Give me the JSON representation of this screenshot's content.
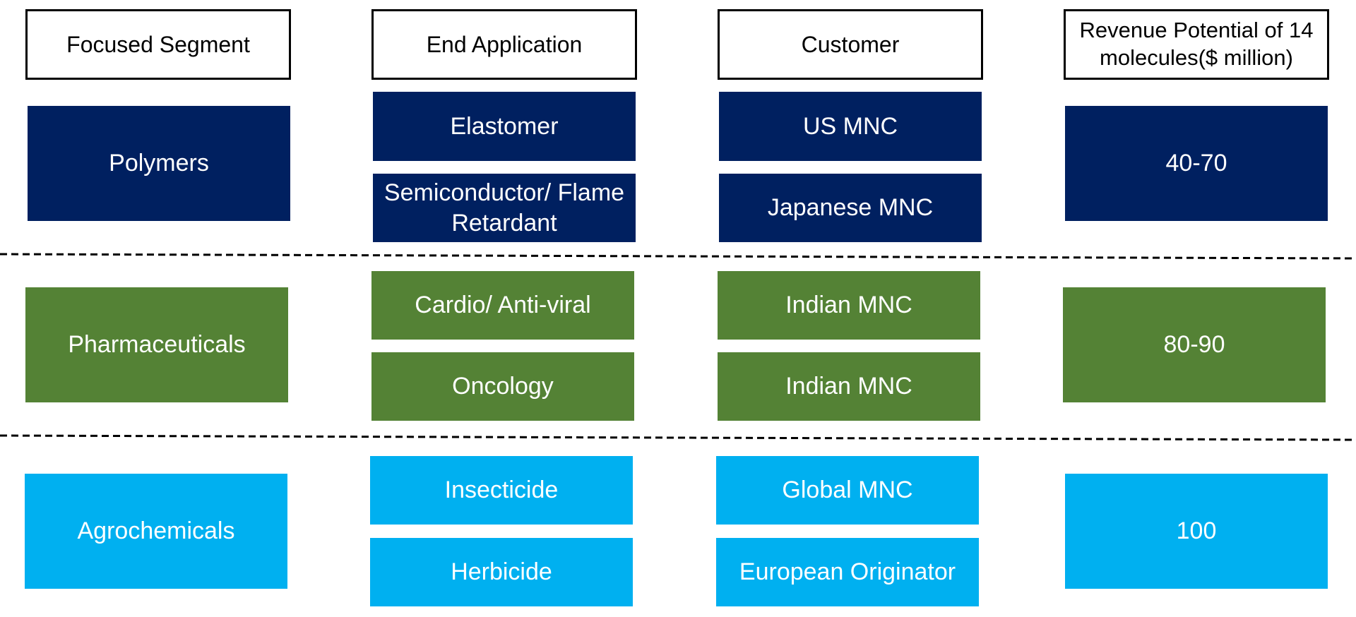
{
  "colors": {
    "polymers": "#002060",
    "pharmaceuticals": "#548235",
    "agrochemicals": "#00B0F0",
    "header_border": "#000000",
    "divider": "#000000"
  },
  "headers": {
    "segment": "Focused Segment",
    "application": "End Application",
    "customer": "Customer",
    "revenue": "Revenue Potential of 14 molecules($ million)"
  },
  "rows": [
    {
      "segment": "Polymers",
      "applications": [
        "Elastomer",
        "Semiconductor/ Flame Retardant"
      ],
      "customers": [
        "US MNC",
        "Japanese MNC"
      ],
      "revenue": "40-70"
    },
    {
      "segment": "Pharmaceuticals",
      "applications": [
        "Cardio/ Anti-viral",
        "Oncology"
      ],
      "customers": [
        "Indian MNC",
        "Indian MNC"
      ],
      "revenue": "80-90"
    },
    {
      "segment": "Agrochemicals",
      "applications": [
        "Insecticide",
        "Herbicide"
      ],
      "customers": [
        "Global MNC",
        "European Originator"
      ],
      "revenue": "100"
    }
  ]
}
